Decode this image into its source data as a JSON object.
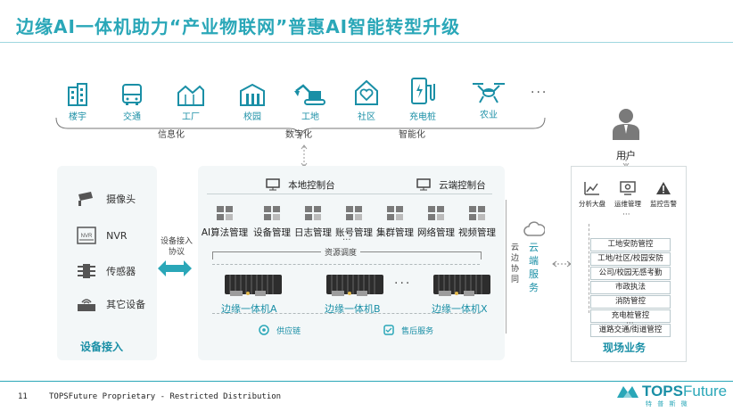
{
  "title": "边缘AI一体机助力“产业物联网”普惠AI智能转型升级",
  "industries": [
    {
      "label": "楼宇",
      "icon": "building-icon"
    },
    {
      "label": "交通",
      "icon": "bus-icon"
    },
    {
      "label": "工厂",
      "icon": "factory-icon"
    },
    {
      "label": "校园",
      "icon": "school-icon"
    },
    {
      "label": "工地",
      "icon": "excavator-icon"
    },
    {
      "label": "社区",
      "icon": "house-heart-icon"
    },
    {
      "label": "充电桩",
      "icon": "charging-pile-icon"
    },
    {
      "label": "农业",
      "icon": "drone-icon"
    }
  ],
  "industries_more": "···",
  "trends": [
    "信息化",
    "数字化",
    "智能化"
  ],
  "user_label": "用户",
  "devices": {
    "items": [
      {
        "label": "摄像头",
        "icon": "camera-icon"
      },
      {
        "label": "NVR",
        "icon": "nvr-icon"
      },
      {
        "label": "传感器",
        "icon": "sensor-icon"
      },
      {
        "label": "其它设备",
        "icon": "router-icon"
      }
    ],
    "title": "设备接入"
  },
  "protocol_label": "设备接入协议",
  "consoles": {
    "local": "本地控制台",
    "cloud": "云端控制台"
  },
  "modules": [
    "AI算法管理",
    "设备管理",
    "日志管理",
    "账号管理",
    "集群管理",
    "网络管理",
    "视频管理"
  ],
  "modules_more": "···",
  "resource_label": "资源调度",
  "edge_devices": [
    "边缘一体机A",
    "边缘一体机B",
    "边缘一体机X"
  ],
  "edge_more": "···",
  "bottom_links": {
    "supply": "供应链",
    "aftersale": "售后服务"
  },
  "cloud_collab": "云边协同",
  "cloud_service": "云端服务",
  "field": {
    "tools": [
      {
        "label": "分析大盘",
        "icon": "chart-icon"
      },
      {
        "label": "运维管理",
        "icon": "gear-monitor-icon"
      },
      {
        "label": "监控告警",
        "icon": "warning-icon"
      }
    ],
    "tools_more": "···",
    "list": [
      "工地安防管控",
      "工地/社区/校园安防",
      "公司/校园无感考勤",
      "市政执法",
      "消防管控",
      "充电桩管控",
      "道路交通/街道管控"
    ],
    "list_more": "···",
    "title": "现场业务"
  },
  "footer": {
    "page": "11",
    "text": "TOPSFuture Proprietary - Restricted Distribution"
  },
  "logo": {
    "brand_bold": "TOPS",
    "brand_light": "Future",
    "sub": "特 普 斯 微"
  },
  "colors": {
    "accent": "#2aa7b8",
    "dark_accent": "#1a8fa6"
  }
}
